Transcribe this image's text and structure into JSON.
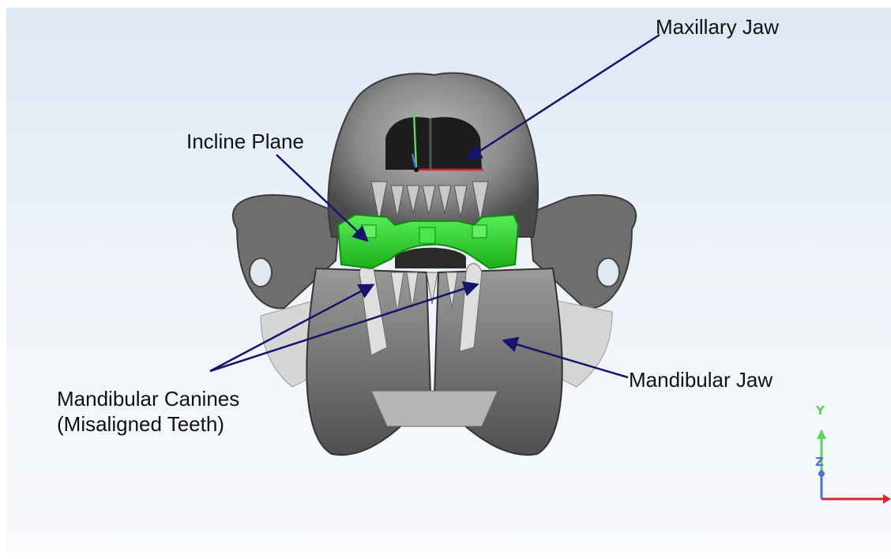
{
  "annotations": {
    "maxillary_jaw": "Maxillary Jaw",
    "incline_plane": "Incline Plane",
    "mandibular_jaw": "Mandibular Jaw",
    "mandibular_canines_line1": "Mandibular Canines",
    "mandibular_canines_line2": "(Misaligned Teeth)"
  },
  "orientation_axes": {
    "y_label": "Y",
    "z_label": "Z",
    "colors": {
      "x": "#e0262b",
      "y": "#5fd35f",
      "z": "#4a73d9"
    }
  },
  "colors": {
    "background_top": "#dde8f4",
    "skull": "#8c8c8c",
    "incline_plane": "#2fd12f",
    "arrow": "#15156b"
  },
  "icons": [
    "skull-model",
    "incline-plane-appliance",
    "orientation-axes-widget"
  ]
}
